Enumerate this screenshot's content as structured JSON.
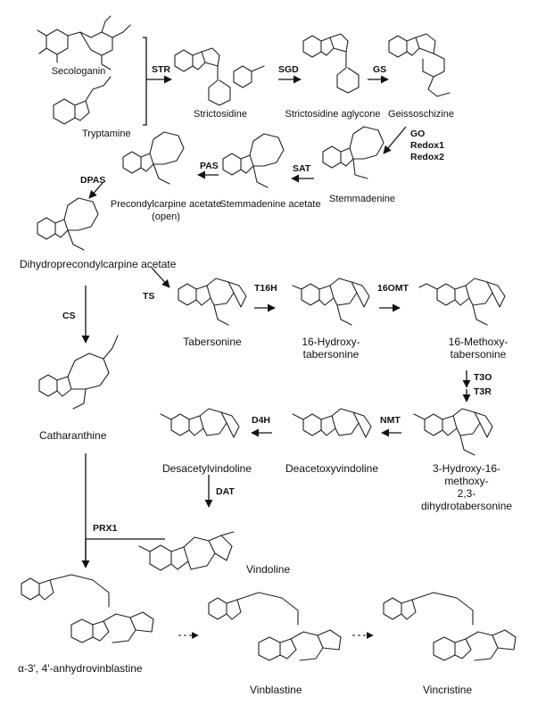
{
  "compounds": {
    "secologanin": "Secologanin",
    "tryptamine": "Tryptamine",
    "strictosidine": "Strictosidine",
    "strictosidine_aglycone": "Strictosidine aglycone",
    "geissoschizine": "Geissoschizine",
    "stemmadenine": "Stemmadenine",
    "stemmadenine_acetate": "Stemmadenine acetate",
    "precondylcarpine_acetate": "Precondylcarpine acetate\n(open)",
    "dihydroprecondylcarpine_acetate": "Dihydroprecondylcarpine acetate",
    "tabersonine": "Tabersonine",
    "hydroxy_tabersonine": "16-Hydroxy-\ntabersonine",
    "methoxy_tabersonine": "16-Methoxy-\ntabersonine",
    "catharanthine": "Catharanthine",
    "hydroxy_methoxy_dihydrotabersonine": "3-Hydroxy-16-methoxy-\n2,3-dihydrotabersonine",
    "deacetoxyvindoline": "Deacetoxyvindoline",
    "desacetylvindoline": "Desacetylvindoline",
    "vindoline": "Vindoline",
    "anhydrovinblastine": "α-3', 4'-anhydrovinblastine",
    "vinblastine": "Vinblastine",
    "vincristine": "Vincristine"
  },
  "enzymes": {
    "str": "STR",
    "sgd": "SGD",
    "gs": "GS",
    "go_redox": "GO\nRedox1\nRedox2",
    "sat": "SAT",
    "pas": "PAS",
    "dpas": "DPAS",
    "ts": "TS",
    "t16h": "T16H",
    "omt": "16OMT",
    "cs": "CS",
    "t3o": "T3O",
    "t3r": "T3R",
    "nmt": "NMT",
    "d4h": "D4H",
    "dat": "DAT",
    "prx1": "PRX1"
  },
  "colors": {
    "ink": "#111111",
    "background": "#ffffff"
  }
}
